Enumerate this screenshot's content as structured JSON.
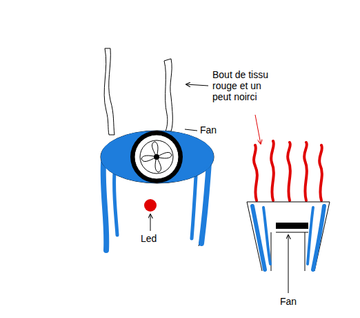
{
  "diagram": {
    "labels": [
      "Bout de tissu rouge et un peut noirci",
      "Fan",
      "Led",
      "Fan"
    ]
  }
}
